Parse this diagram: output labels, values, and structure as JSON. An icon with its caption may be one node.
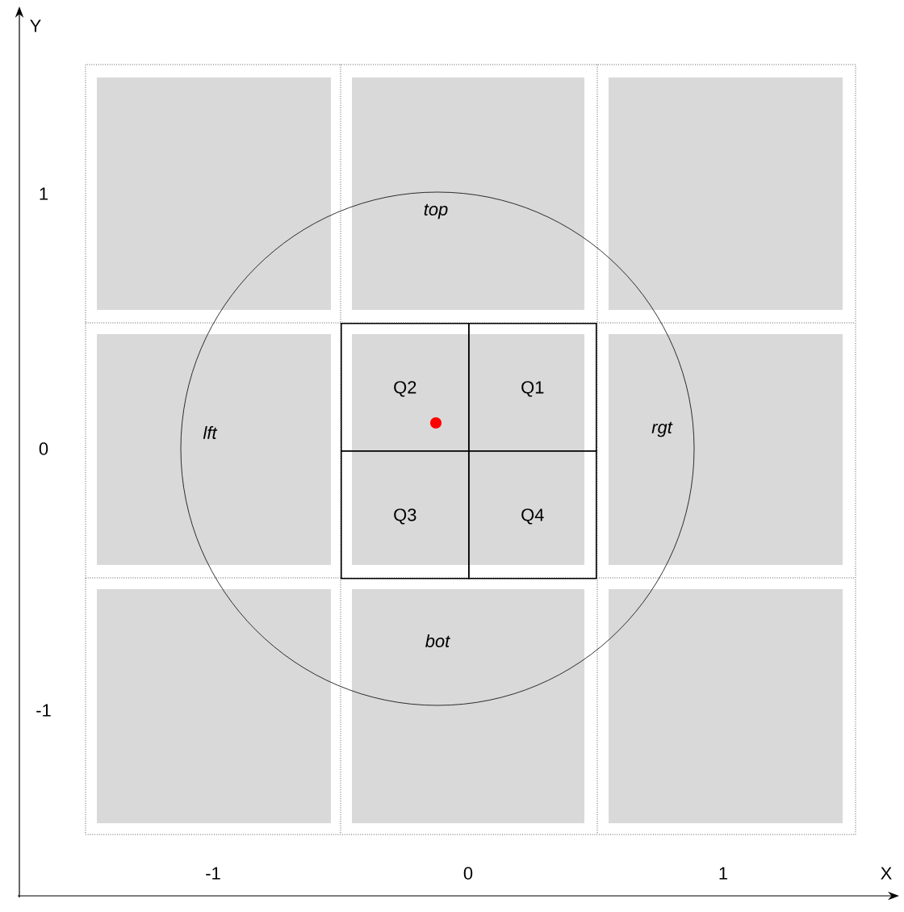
{
  "diagram": {
    "nodes": [
      {
        "text": [
          "Q2"
        ]
      },
      {
        "text": [
          "Q1"
        ]
      },
      {
        "text": [
          "Q3"
        ]
      },
      {
        "text": [
          "Q4"
        ]
      }
    ],
    "labels": [
      "Y",
      "1",
      "top",
      "lft",
      "rgt",
      "0",
      "bot",
      "-1",
      "-1",
      "0",
      "1",
      "X"
    ]
  }
}
